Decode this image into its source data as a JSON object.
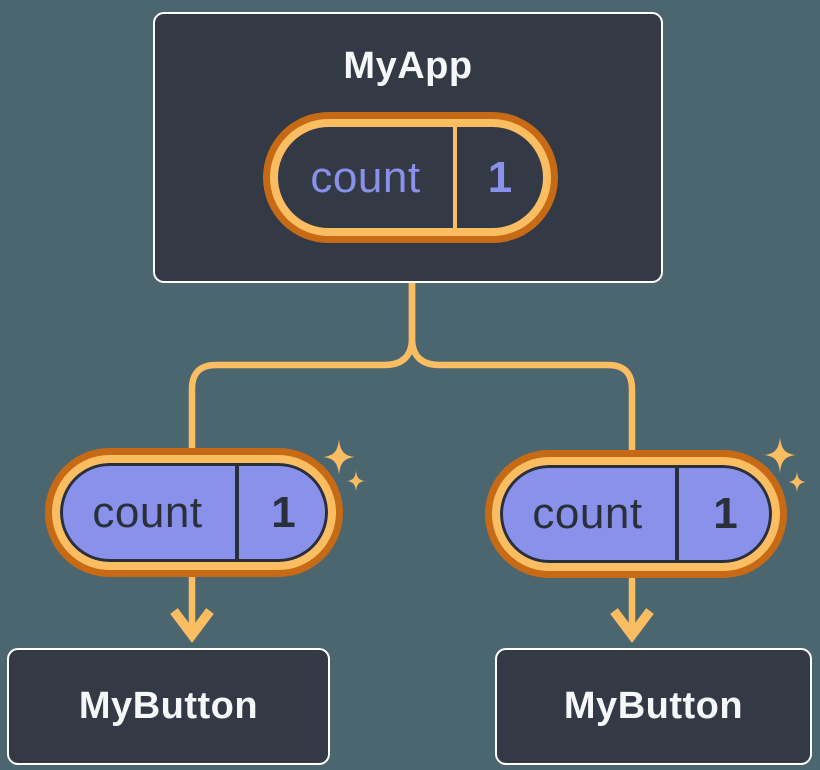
{
  "colors": {
    "background": "#4C6670",
    "node_fill": "#333A45",
    "node_border": "#FFFFFF",
    "connector_orange": "#FABD62",
    "ring_outer_orange": "#C76A15",
    "state_purple": "#8A91EB",
    "dark_ink": "#2A303A",
    "title_text": "#F6F7F9"
  },
  "diagram": {
    "root": {
      "title": "MyApp",
      "state_pill": {
        "label": "count",
        "value": "1"
      }
    },
    "children": [
      {
        "title": "MyButton",
        "prop_pill": {
          "label": "count",
          "value": "1"
        }
      },
      {
        "title": "MyButton",
        "prop_pill": {
          "label": "count",
          "value": "1"
        }
      }
    ]
  }
}
